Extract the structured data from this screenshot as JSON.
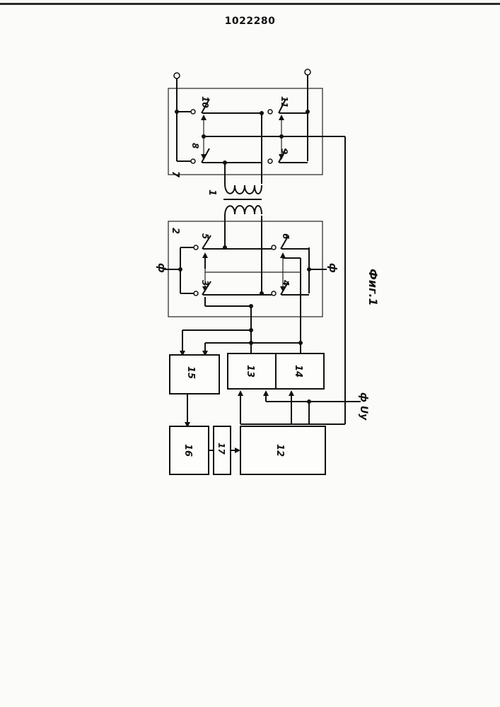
{
  "header": {
    "patent_number": "1022280"
  },
  "figure": {
    "caption": "Фиг.1",
    "blocks": {
      "b1": "1",
      "b2": "2",
      "b7": "7",
      "b12": "12",
      "b13": "13",
      "b14": "14",
      "b15": "15",
      "b16": "16",
      "b17": "17"
    },
    "switches": {
      "s3": "3",
      "s4": "4",
      "s5": "5",
      "s6": "6",
      "s8": "8",
      "s9": "9",
      "s10": "10",
      "s11": "11"
    },
    "terminals": {
      "left_input": "ф",
      "right_input": "ф",
      "control": "ф Uу"
    }
  }
}
